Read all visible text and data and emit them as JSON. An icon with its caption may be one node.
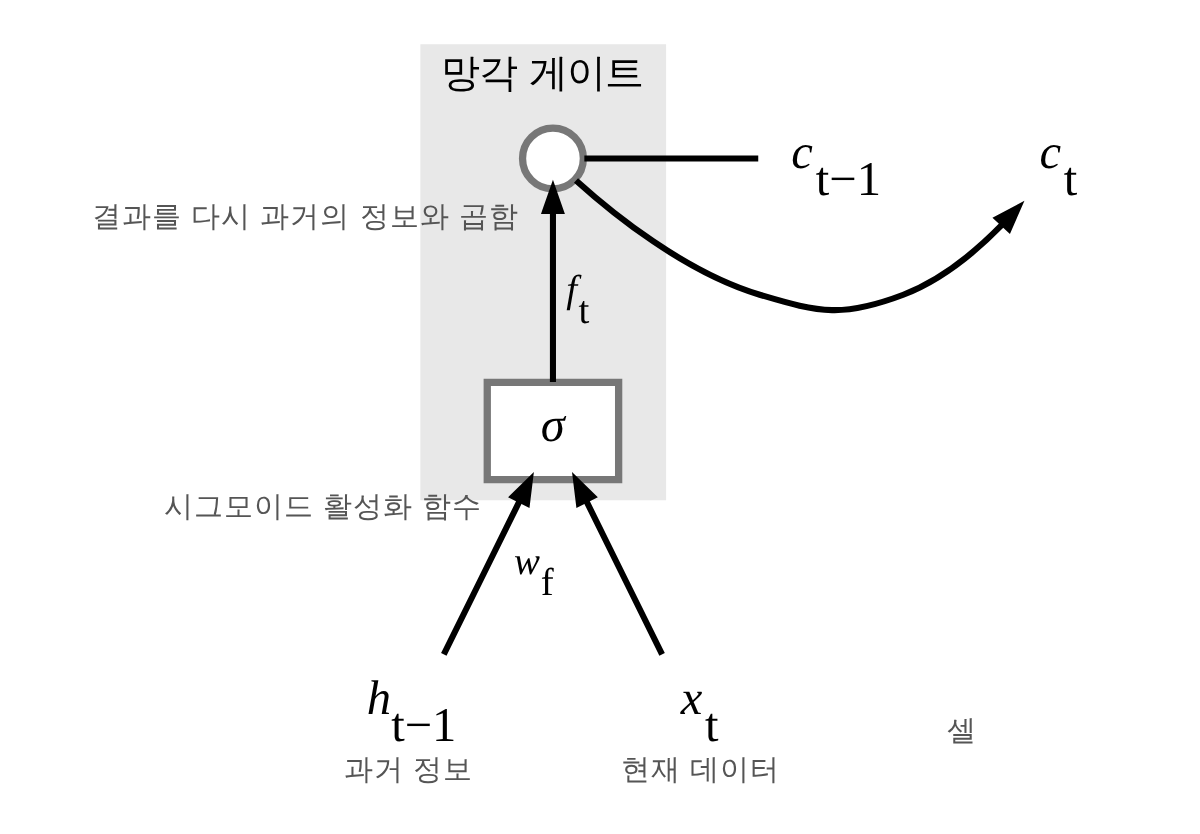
{
  "diagram": {
    "nodes": [
      {
        "text": [
          "망각 게이트"
        ]
      },
      {
        "text": [
          "*c*$_{t−1}$"
        ]
      },
      {
        "text": [],
        "shape": "circle",
        "in": 0,
        "beside": [
          "결과를 다시 과거의 정보와 곱함"
        ]
      },
      {
        "text": [
          "*c*$_{t}$"
        ]
      },
      {
        "text": [
          "*σ*"
        ],
        "in": 0,
        "beside": [
          "시그모이드 활성화 함수"
        ]
      },
      {
        "text": [
          "*h*$_{t−1}$"
        ],
        "beside": [
          "과거 정보"
        ]
      },
      {
        "text": [
          "*x*$_{t}$"
        ],
        "beside": [
          "현재 데이터"
        ]
      }
    ],
    "edges": [
      {
        "from": 1,
        "to": 2,
        "arrow": "none"
      },
      {
        "from": 2,
        "to": 3,
        "arrow": "to"
      },
      {
        "from": 4,
        "to": 2,
        "arrow": "to",
        "label": "*f*$_{t}$"
      },
      {
        "from": 5,
        "to": 4,
        "arrow": "to",
        "label": "*w*$_{f}$"
      },
      {
        "from": 6,
        "to": 4,
        "arrow": "to"
      }
    ],
    "labels": [
      "셀"
    ]
  }
}
